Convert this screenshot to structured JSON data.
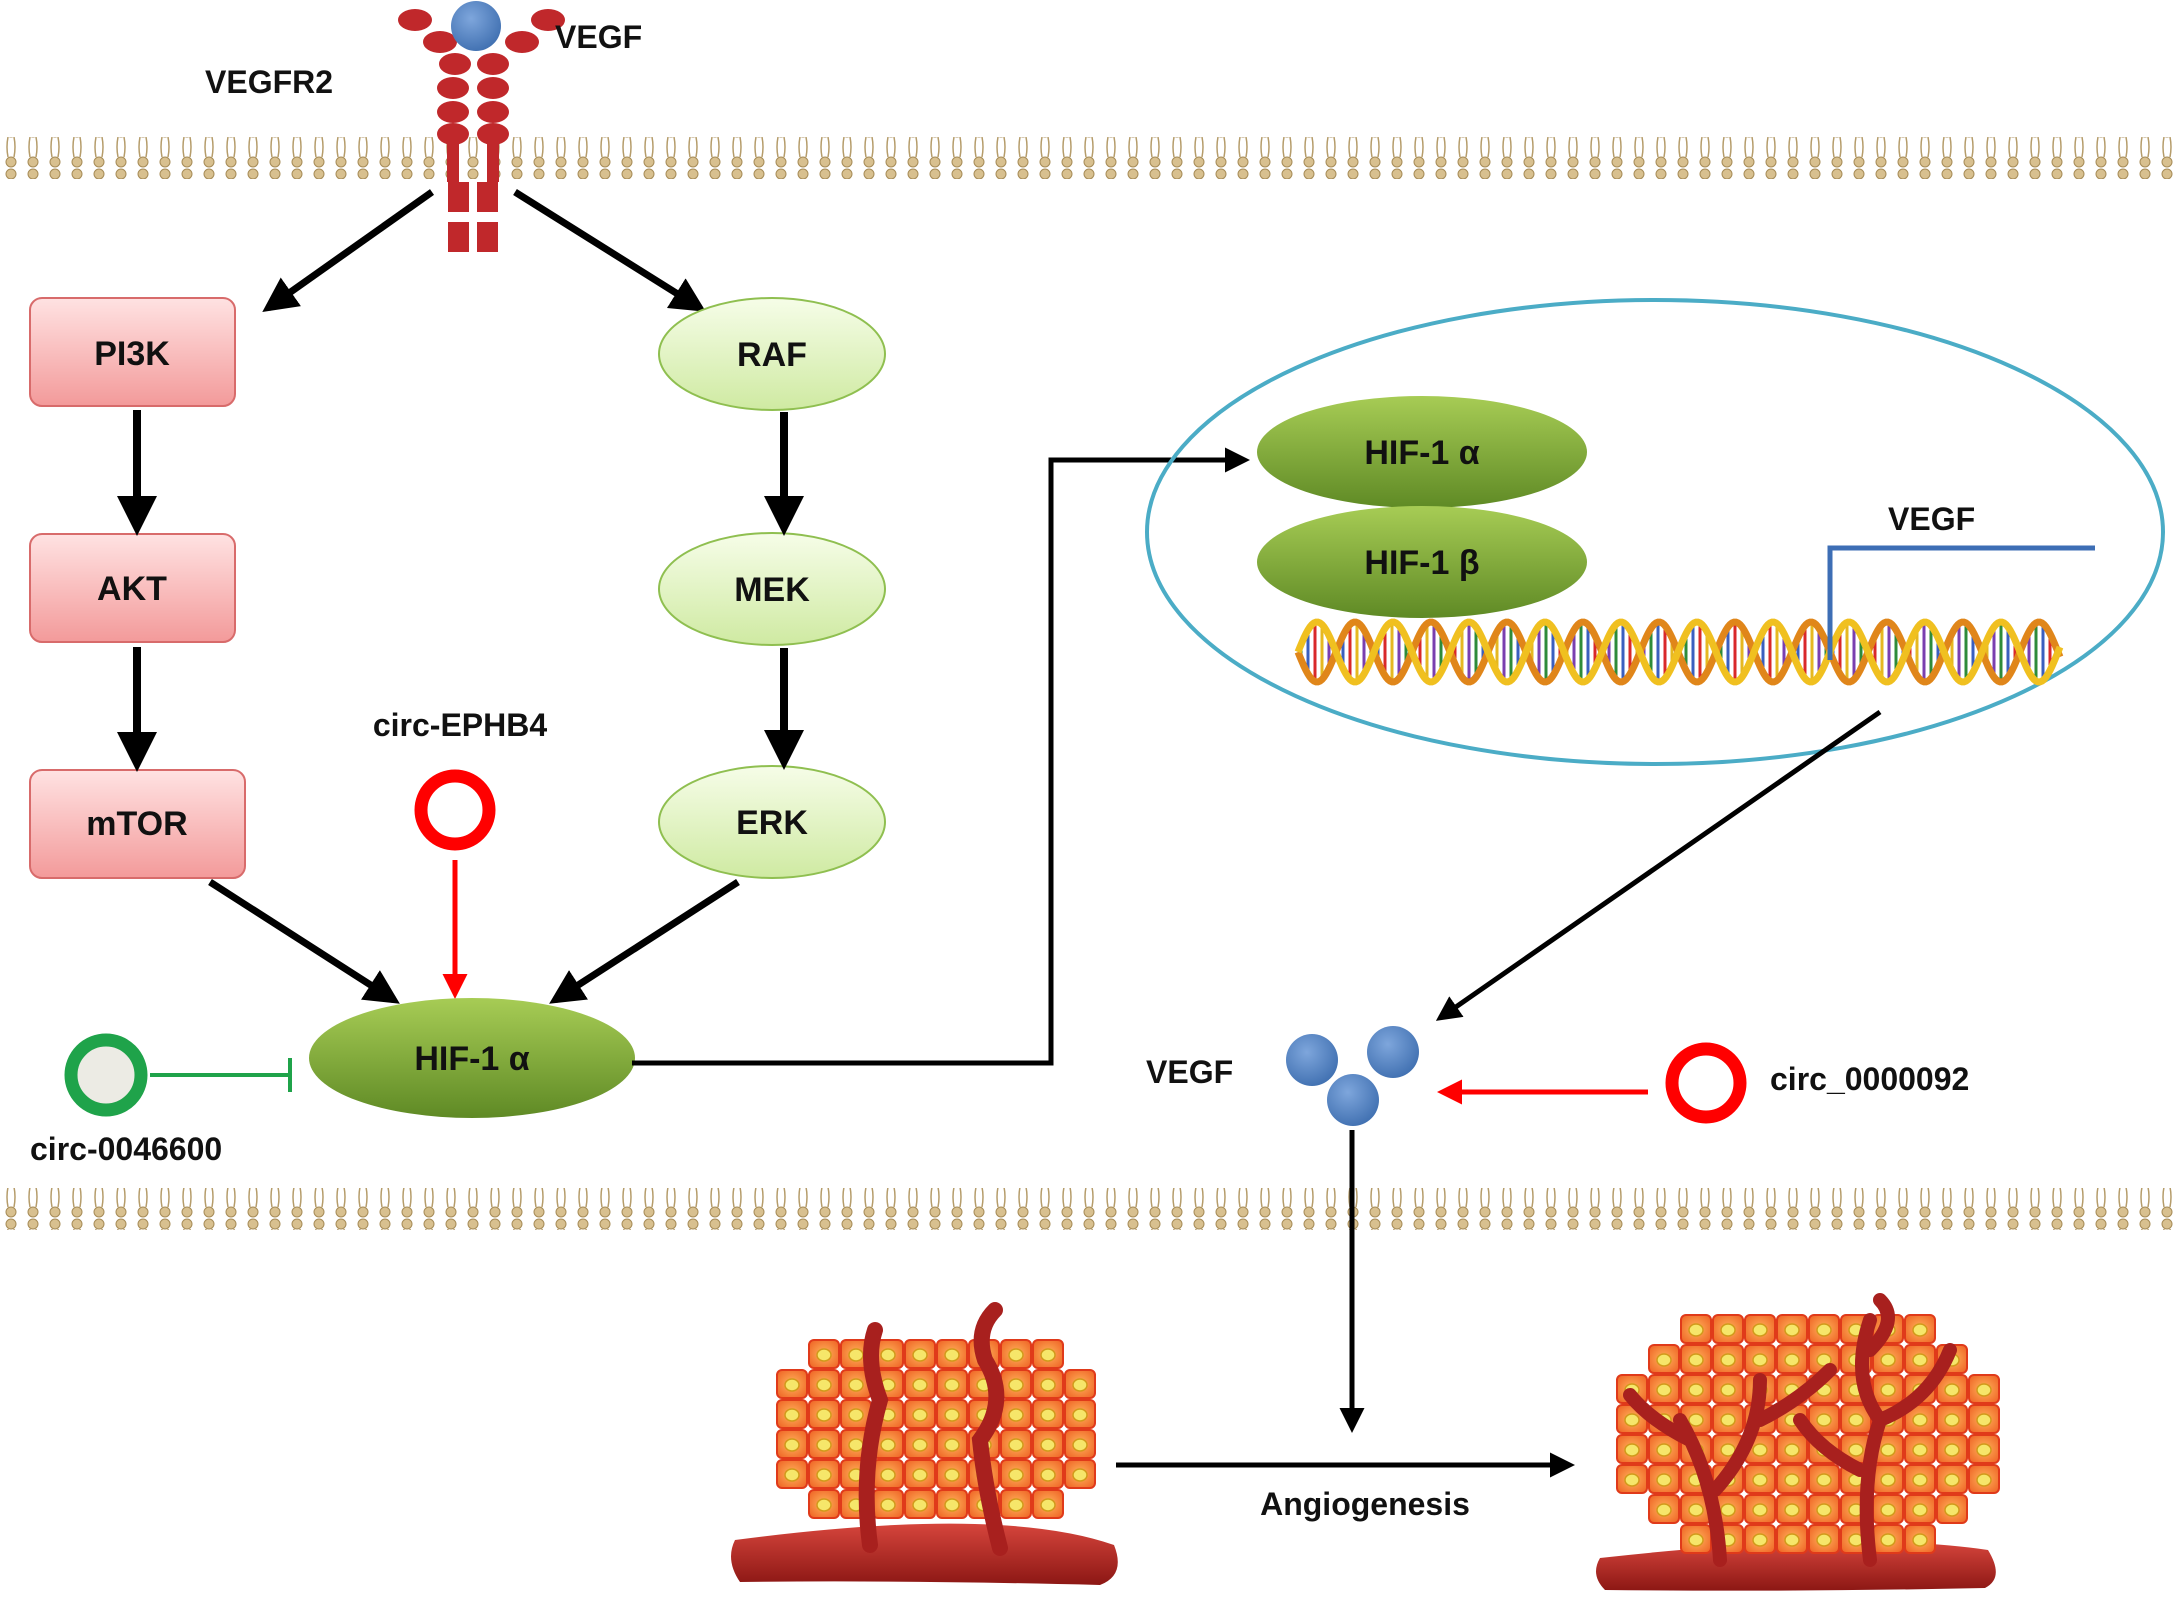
{
  "receptor": {
    "ligand_label": "VEGF",
    "receptor_label": "VEGFR2"
  },
  "pi3k_branch": {
    "nodes": [
      "PI3K",
      "AKT",
      "mTOR"
    ]
  },
  "raf_branch": {
    "nodes": [
      "RAF",
      "MEK",
      "ERK"
    ]
  },
  "hif_node": {
    "label": "HIF-1 α"
  },
  "nucleus": {
    "hif_alpha": "HIF-1 α",
    "hif_beta": "HIF-1 β",
    "gene_label": "VEGF"
  },
  "circ_rnas": {
    "ephb4": "circ-EPHB4",
    "c0046600": "circ-0046600",
    "c0000092": "circ_0000092"
  },
  "vegf_secreted": {
    "label": "VEGF"
  },
  "outcome": {
    "label": "Angiogenesis"
  },
  "colors": {
    "membrane": "#c8ae7e",
    "receptor": "#c0282b",
    "ligand": "#4a7fc1",
    "pi3k_box": "#f7b8b8",
    "raf_ellipse": "#e3f5c5",
    "hif_green": "#7aa23a",
    "nucleus_outline": "#4bacc6",
    "activate_red": "#ff0000",
    "inhibit_green": "#1fa34a",
    "tumor_orange": "#f08a2a",
    "vessel": "#a8201e"
  },
  "icons": [
    "membrane-bilayer",
    "vegfr2-receptor",
    "dna-helix",
    "tumor-mass",
    "blood-vessel"
  ]
}
